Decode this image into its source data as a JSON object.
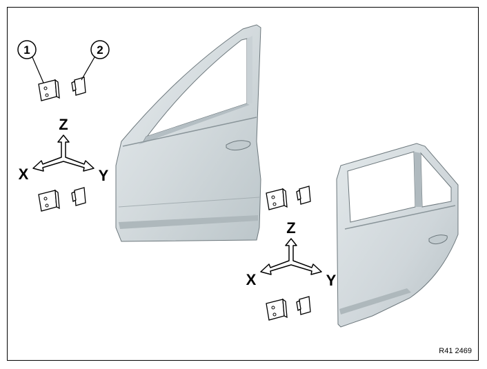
{
  "callouts": [
    {
      "label": "1"
    },
    {
      "label": "2"
    }
  ],
  "axes_front": {
    "z": "Z",
    "x": "X",
    "y": "Y"
  },
  "axes_rear": {
    "z": "Z",
    "x": "X",
    "y": "Y"
  },
  "reference": "R41 2469",
  "colors": {
    "door_fill": "#d6dde0",
    "door_shade": "#b7c2c7",
    "door_light": "#e8edef",
    "outline": "#555f64"
  }
}
